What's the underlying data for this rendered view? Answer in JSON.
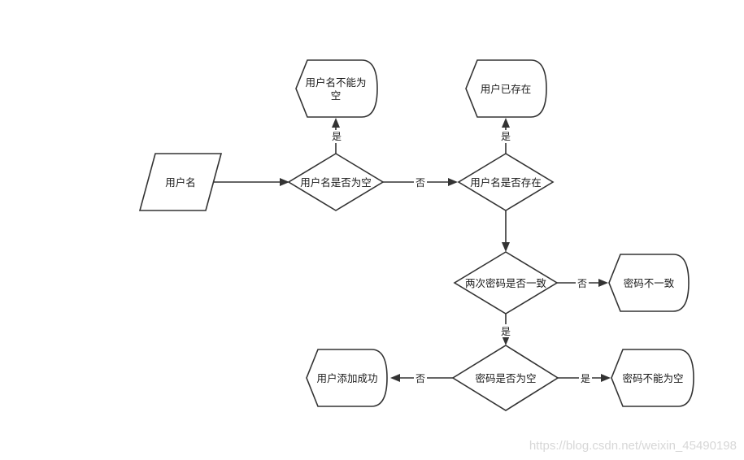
{
  "nodes": {
    "input_username": "用户名",
    "username_empty_q": "用户名是否为空",
    "username_empty_msg_line1": "用户名不能为",
    "username_empty_msg_line2": "空",
    "username_exists_q": "用户名是否存在",
    "username_exists_msg": "用户已存在",
    "pw_match_q": "两次密码是否一致",
    "pw_mismatch_msg": "密码不一致",
    "pw_empty_q": "密码是否为空",
    "pw_empty_msg": "密码不能为空",
    "add_success_msg": "用户添加成功"
  },
  "edges": {
    "yes": "是",
    "no": "否"
  },
  "watermark": "https://blog.csdn.net/weixin_45490198",
  "colors": {
    "stroke": "#333333",
    "fill": "#ffffff",
    "text": "#1a1a1a",
    "watermark": "#d7d7d7"
  }
}
